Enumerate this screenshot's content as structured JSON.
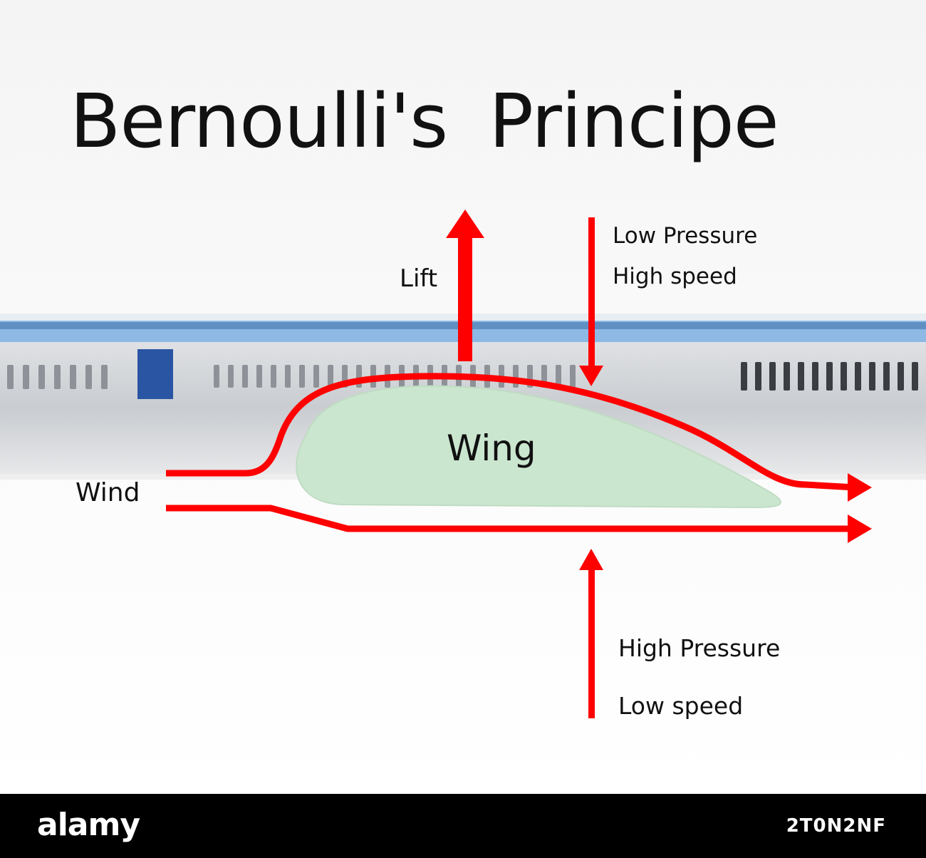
{
  "title": "Bernoulli's  Principe",
  "labels": {
    "lift": "Lift",
    "low_pressure": "Low Pressure",
    "high_speed": "High speed",
    "wing": "Wing",
    "wind": "Wind",
    "high_pressure": "High Pressure",
    "low_speed": "Low speed"
  },
  "colors": {
    "arrow": "#ff0000",
    "wing_fill": "#cbe6cf",
    "structure": "#d7dade",
    "blue_band": "#8db9e4",
    "background": "#ffffff",
    "footer": "#000000"
  },
  "footer": {
    "logo": "alamy",
    "image_id": "2T0N2NF"
  }
}
